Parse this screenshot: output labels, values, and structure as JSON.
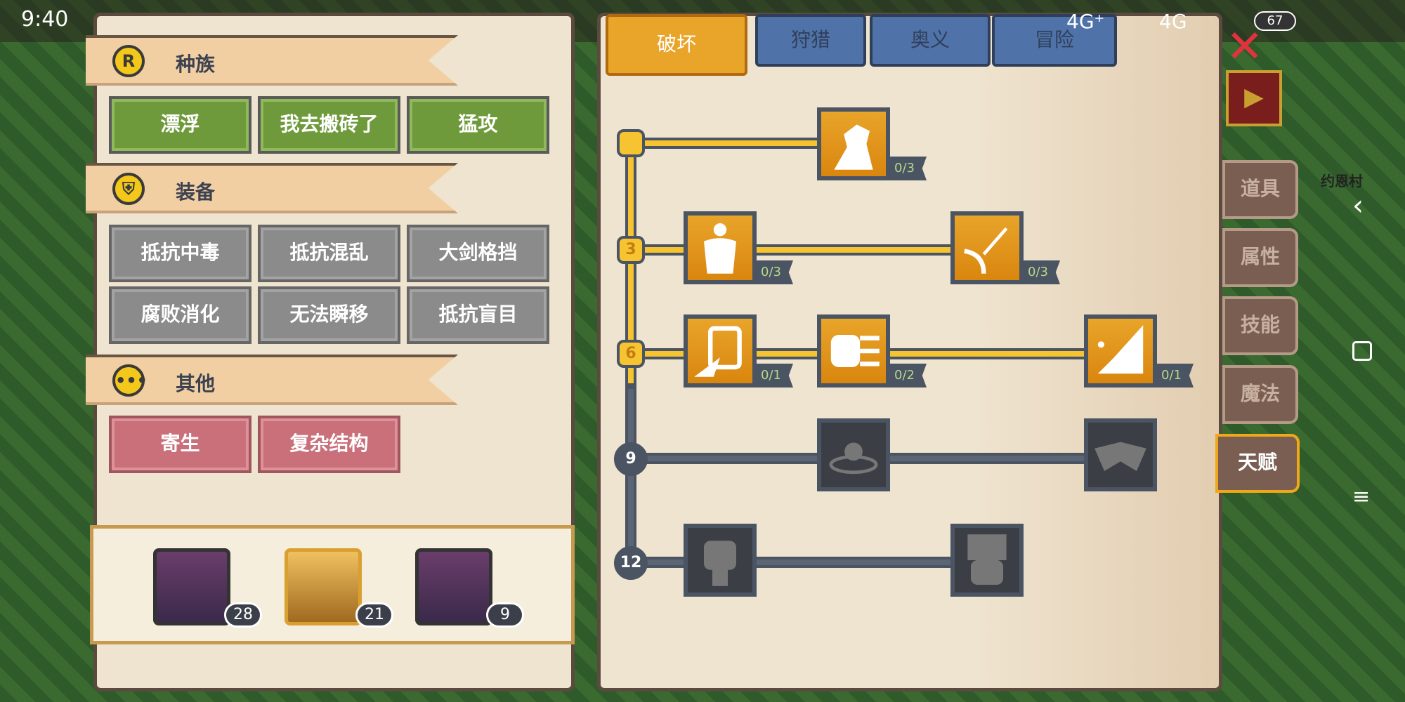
{
  "status": {
    "time": "9:40",
    "signal1": "4G⁺",
    "signal2": "4G",
    "battery": "67"
  },
  "left": {
    "sections": [
      {
        "title": "种族",
        "icon": "R",
        "items": [
          "漂浮",
          "我去搬砖了",
          "猛攻"
        ]
      },
      {
        "title": "装备",
        "items": [
          "抵抗中毒",
          "抵抗混乱",
          "大剑格挡",
          "腐败消化",
          "无法瞬移",
          "抵抗盲目"
        ]
      },
      {
        "title": "其他",
        "items": [
          "寄生",
          "复杂结构"
        ]
      }
    ],
    "characters": [
      {
        "level": "28"
      },
      {
        "level": "21"
      },
      {
        "level": "9"
      }
    ]
  },
  "tabs": [
    "破坏",
    "狩猎",
    "奥义",
    "冒险"
  ],
  "tree": {
    "rows": [
      "3",
      "6",
      "9",
      "12"
    ],
    "nodes": [
      {
        "icon": "arm-wrestle-icon",
        "count": "0/3"
      },
      {
        "icon": "body-icon",
        "count": "0/3"
      },
      {
        "icon": "arrow-icon",
        "count": "0/3"
      },
      {
        "icon": "shield-break-icon",
        "count": "0/1"
      },
      {
        "icon": "fist-punch-icon",
        "count": "0/2"
      },
      {
        "icon": "splash-strike-icon",
        "count": "0/1"
      }
    ]
  },
  "side_tabs": [
    "道具",
    "属性",
    "技能",
    "魔法",
    "天赋"
  ],
  "map": {
    "location": "约恩村"
  },
  "colors": {
    "accent": "#e9a42a",
    "green": "#6f9a3c",
    "pink": "#c9707a",
    "blue": "#4f72a8"
  }
}
